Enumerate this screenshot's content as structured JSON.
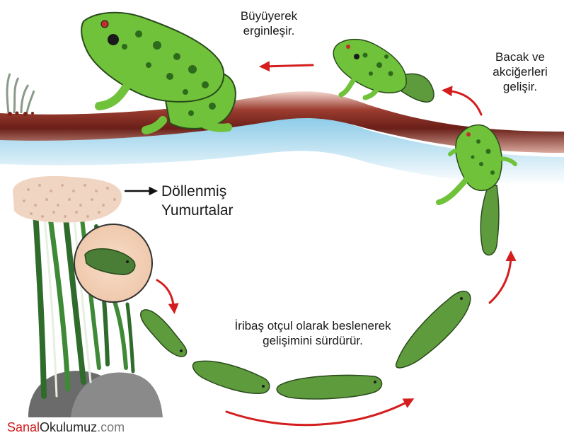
{
  "labels": {
    "adult": [
      "Büyüyerek",
      "erginleşir."
    ],
    "legs_lungs": [
      "Bacak ve",
      "akciğerleri",
      "gelişir."
    ],
    "eggs": [
      "Döllenmiş",
      "Yumurtalar"
    ],
    "tadpole": [
      "İribaş otçul olarak beslenerek",
      "gelişimini sürdürür."
    ]
  },
  "watermark": {
    "part1": "Sanal",
    "part2": "Okulumuz",
    "part3": ".com"
  },
  "colors": {
    "arrow": "#d41e1e",
    "frog_body": "#6fc23a",
    "frog_spots": "#2e6a1c",
    "tadpole": "#5e9b3c",
    "ground": "#7a2a20",
    "water": "#bfe1f2",
    "eggs": "#f0d5c2"
  }
}
